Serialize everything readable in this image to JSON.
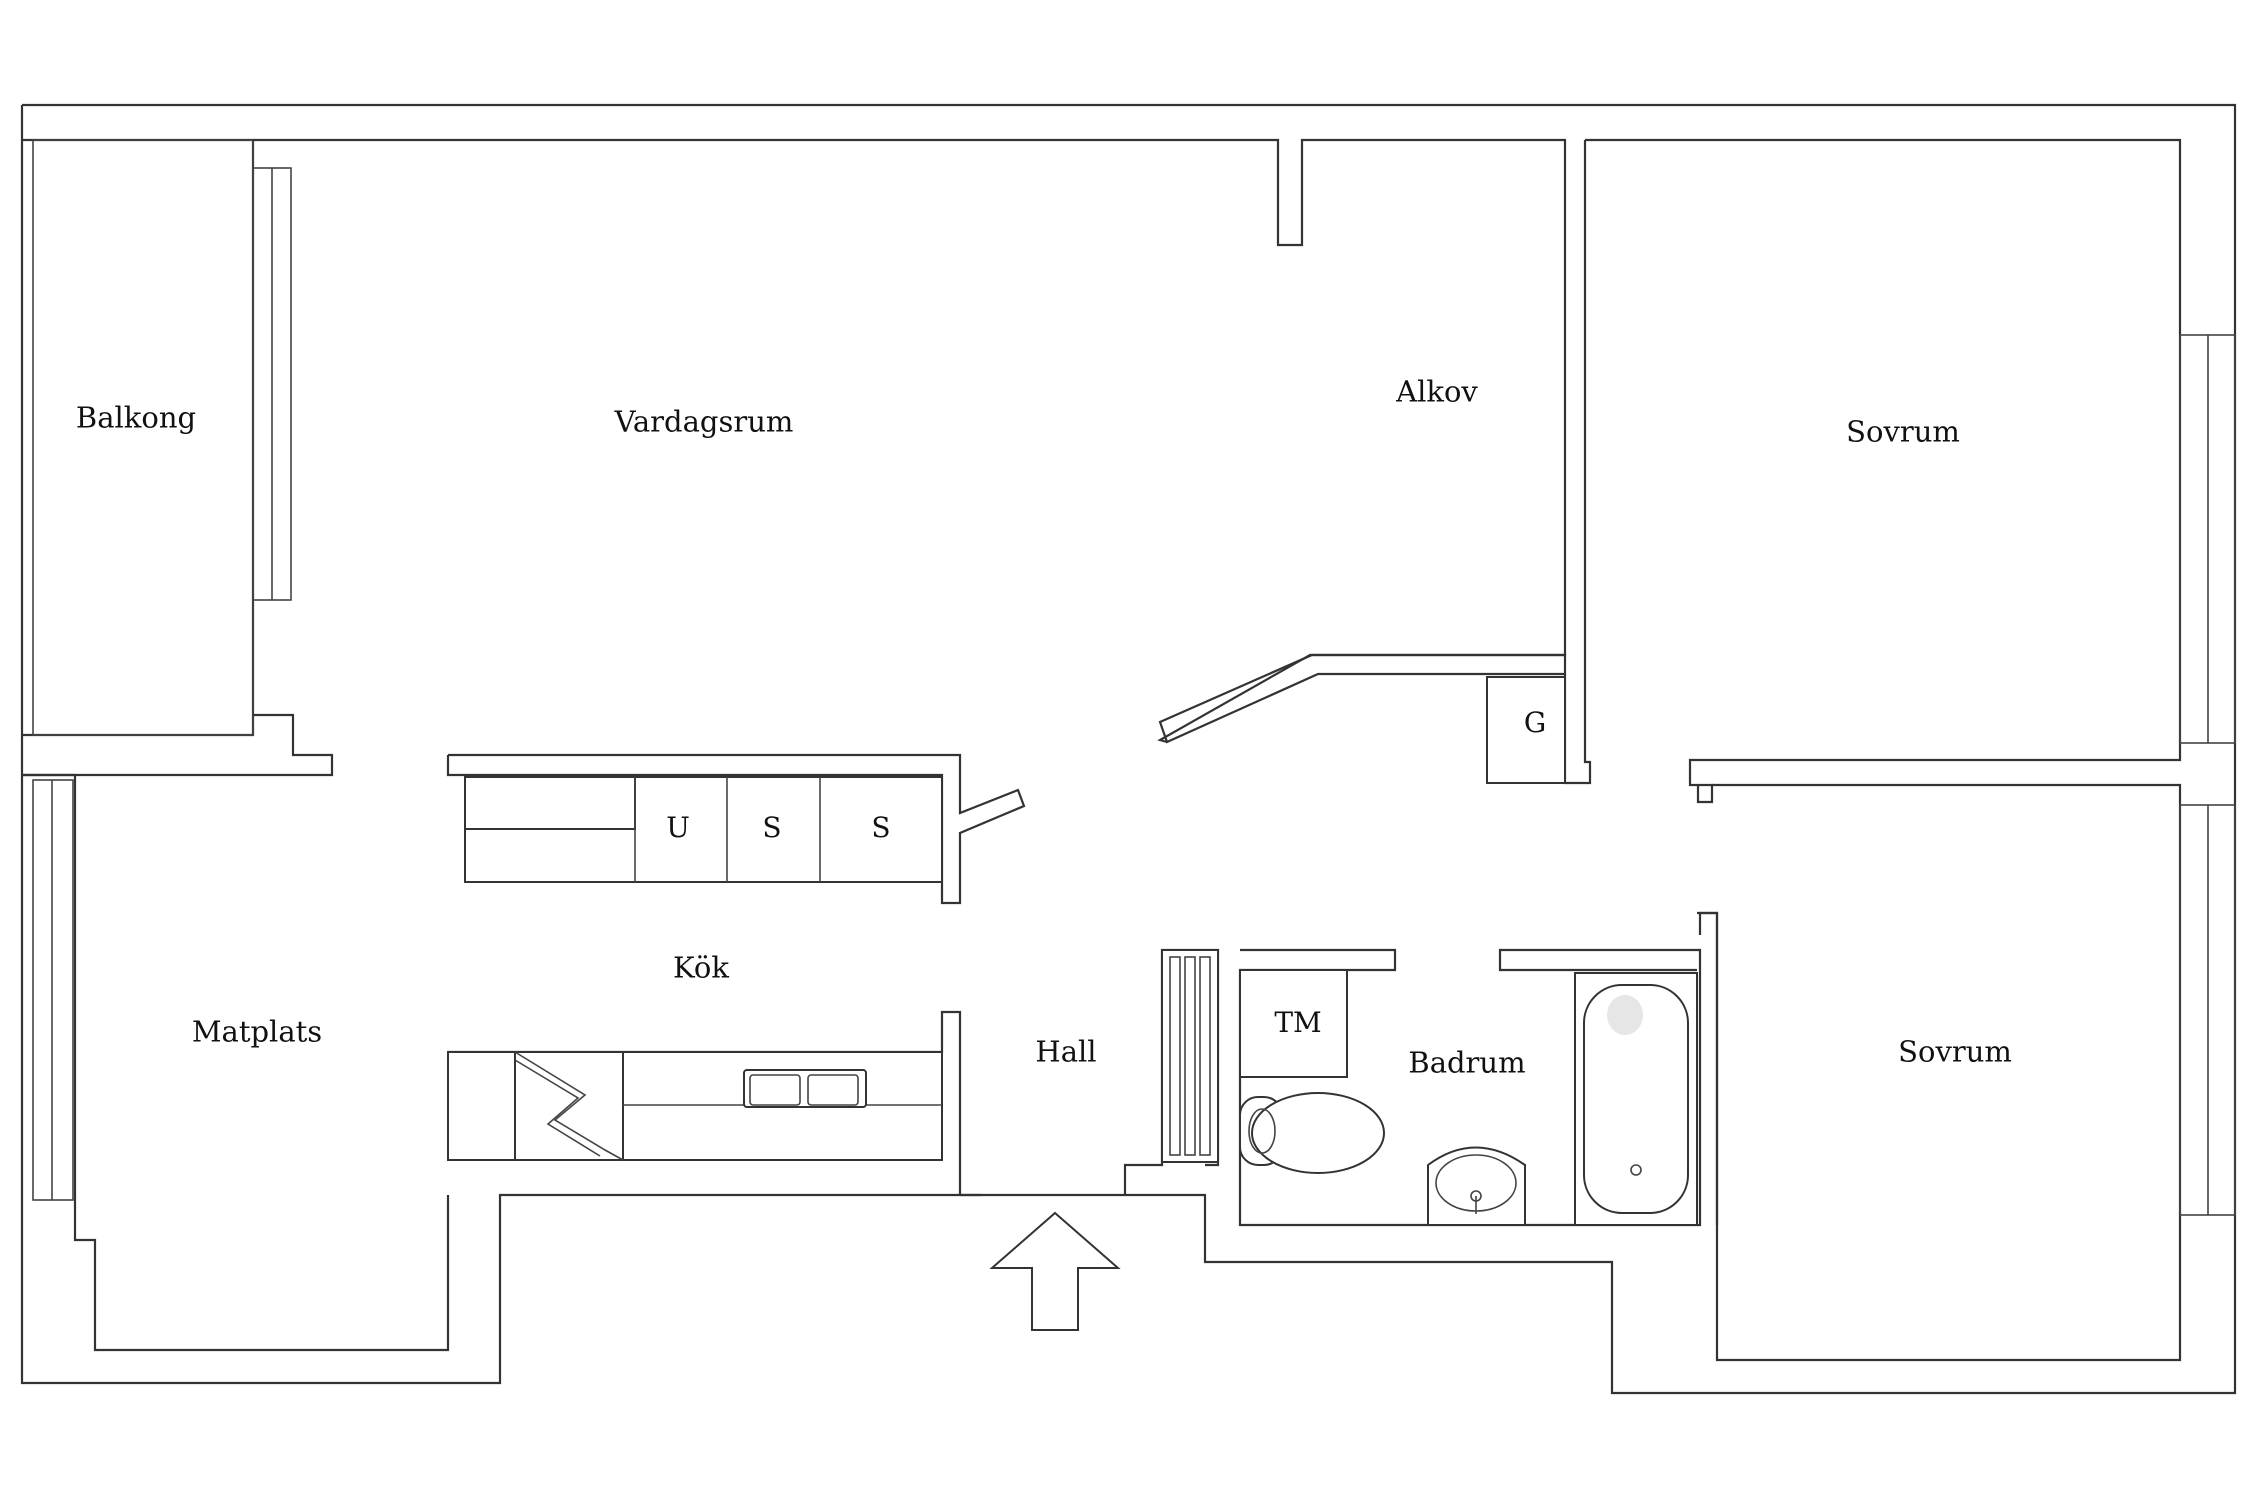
{
  "plan": {
    "rooms": {
      "balcony": "Balkong",
      "living_room": "Vardagsrum",
      "alcove": "Alkov",
      "bedroom_1": "Sovrum",
      "bedroom_2": "Sovrum",
      "dining": "Matplats",
      "kitchen": "Kök",
      "hall": "Hall",
      "bathroom": "Badrum"
    },
    "fixtures": {
      "wardrobe": "G",
      "freezer": "U",
      "closet_1": "S",
      "closet_2": "S",
      "washer": "TM"
    },
    "entrance_icon": "entrance-arrow-icon",
    "line_color": "#333333",
    "background_color": "#ffffff"
  }
}
